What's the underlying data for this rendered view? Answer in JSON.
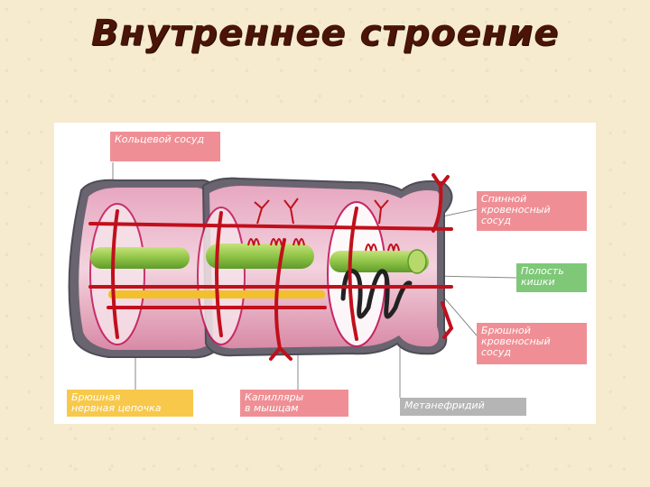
{
  "title": "Внутреннее строение",
  "labels": {
    "ring_vessel": "Кольцевой сосуд",
    "dorsal_vessel": "Спинной\nкровеносный\nсосуд",
    "gut_cavity": "Полость\nкишки",
    "ventral_vessel": "Брюшной\nкровеносный\nсосуд",
    "nerve_cord": "Брюшная\nнервная цепочка",
    "capillaries": "Капилляры\nв мышцам",
    "metanephridium": "Метанефридий"
  },
  "colors": {
    "background": "#f6ebcf",
    "title": "#4a1408",
    "label_pink": "#ef8f95",
    "label_green": "#7ec878",
    "label_yellow": "#f7c84a",
    "label_grey": "#b5b5b5",
    "vessel_red": "#c0101c",
    "gut_green": "#8fc447",
    "nerve_yellow": "#f2c02c",
    "body_pink": "#d98aa6",
    "body_outline": "#4d4d55"
  }
}
